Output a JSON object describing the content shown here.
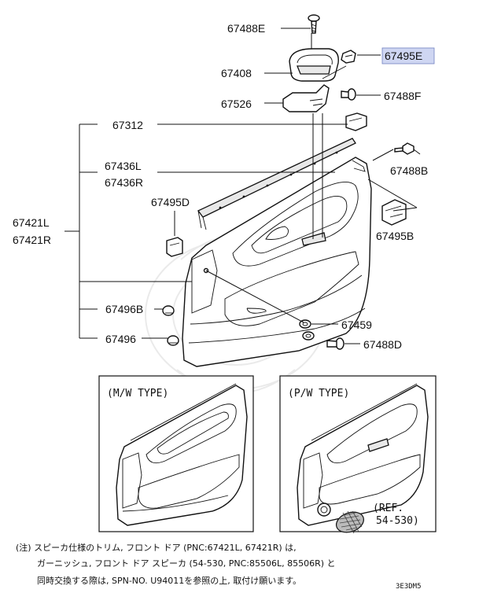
{
  "labels": {
    "p67488E": "67488E",
    "p67495E": "67495E",
    "p67408": "67408",
    "p67488F": "67488F",
    "p67526": "67526",
    "p67312": "67312",
    "p67488B": "67488B",
    "p67436L": "67436L",
    "p67436R": "67436R",
    "p67495D": "67495D",
    "p67421L": "67421L",
    "p67421R": "67421R",
    "p67495B": "67495B",
    "p67496B": "67496B",
    "p67459": "67459",
    "p67496": "67496",
    "p67488D": "67488D"
  },
  "highlight_color": "#cfd6f2",
  "insets": {
    "mw_type": "(M/W TYPE)",
    "pw_type": "(P/W TYPE)",
    "ref_line1": "(REF.",
    "ref_line2": "54-530)"
  },
  "note": {
    "line1": "(注) スピーカ仕様のトリム, フロント ドア (PNC:67421L, 67421R) は,",
    "line2": "ガーニッシュ, フロント ドア スピーカ (54-530, PNC:85506L, 85506R) と",
    "line3": "同時交換する際は, SPN-NO. U94011を参照の上, 取付け願います。"
  },
  "diagram_code": "3E3DM5"
}
